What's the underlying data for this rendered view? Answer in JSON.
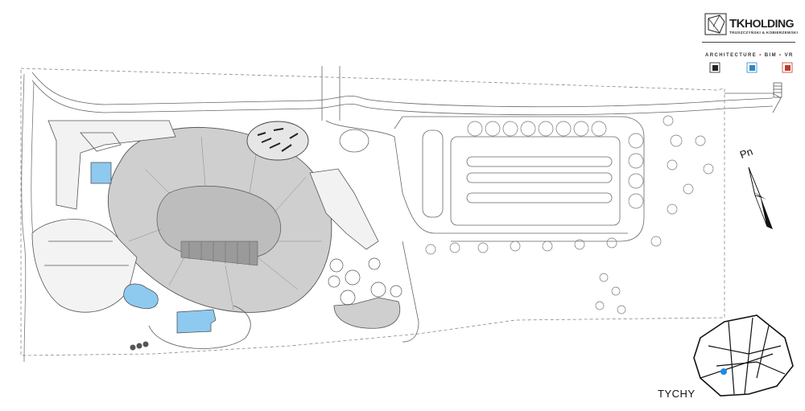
{
  "logo": {
    "name_prefix": "TK",
    "name_rest": "HOLDING",
    "subtitle": "TRUSZCZYŃSKI & KOBIERZEWSKI",
    "tagline_parts": [
      "ARCHITECTURE",
      "BIM",
      "VR"
    ],
    "icons": [
      "architecture-cube-icon",
      "bim-cube-icon",
      "vr-cube-icon"
    ],
    "colors": {
      "dark": "#222222",
      "bim": "#2e86c1",
      "vr": "#c0392b"
    }
  },
  "north": {
    "label": "Pn"
  },
  "location_map": {
    "label": "TYCHY",
    "marker_color": "#1e88e5"
  },
  "colors": {
    "building_fill": "#cfcfcf",
    "pool_fill": "#8ec9f0",
    "line": "#555555"
  }
}
